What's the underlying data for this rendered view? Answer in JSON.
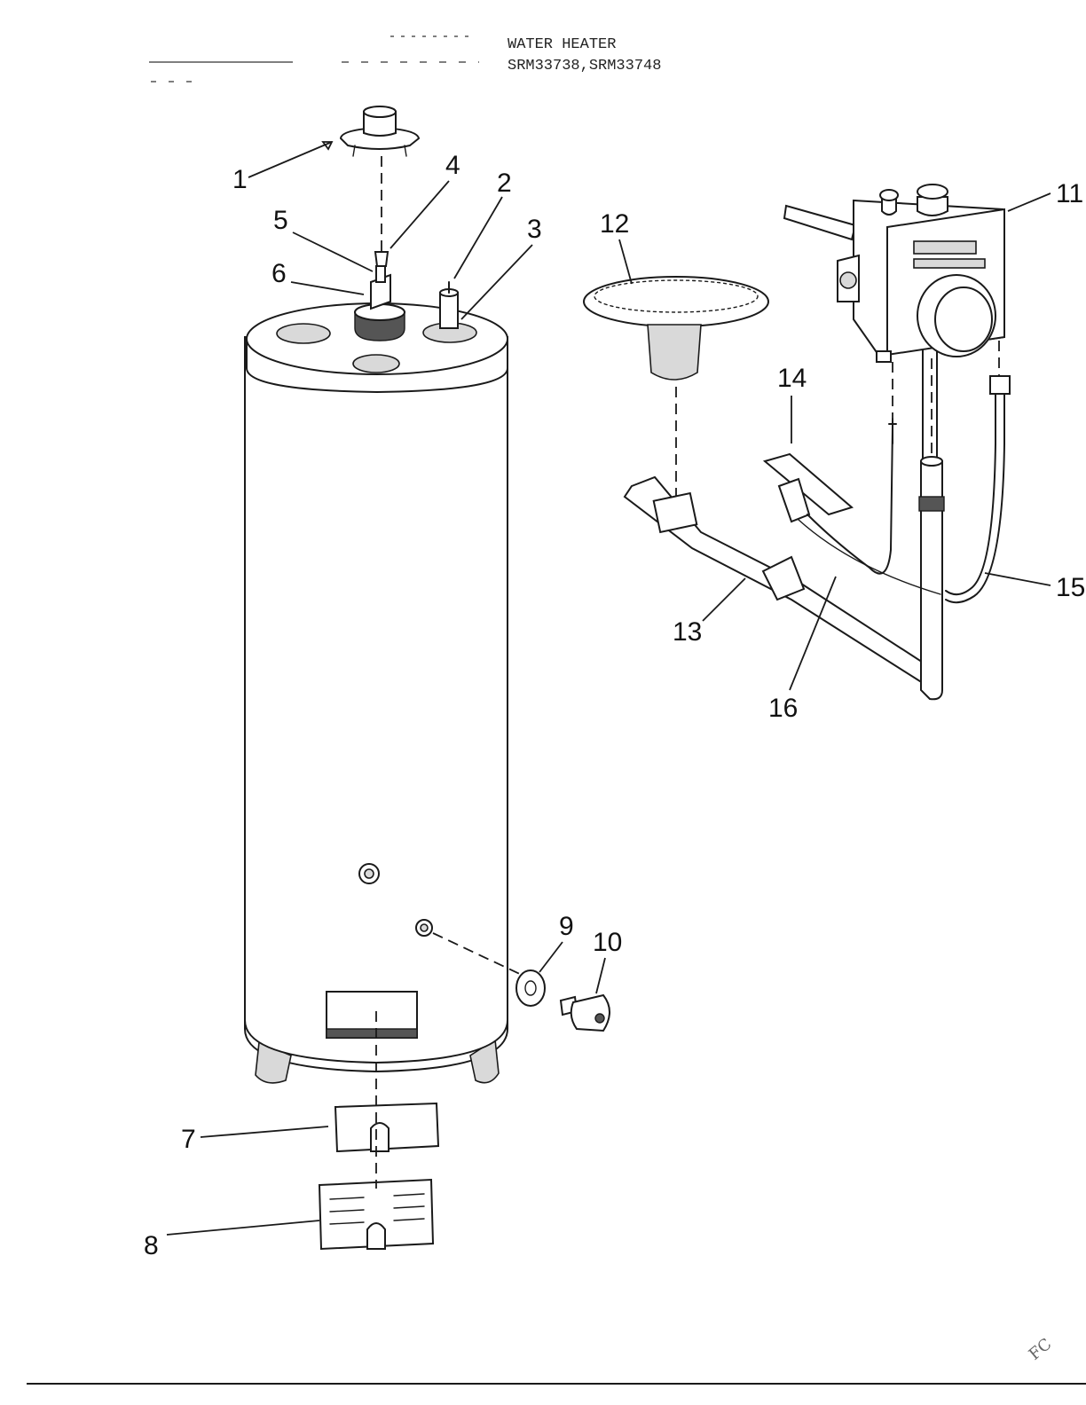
{
  "header": {
    "title": "WATER HEATER",
    "models": "SRM33738,SRM33748"
  },
  "callouts": [
    {
      "id": "1",
      "label": "1"
    },
    {
      "id": "2",
      "label": "2"
    },
    {
      "id": "3",
      "label": "3"
    },
    {
      "id": "4",
      "label": "4"
    },
    {
      "id": "5",
      "label": "5"
    },
    {
      "id": "6",
      "label": "6"
    },
    {
      "id": "7",
      "label": "7"
    },
    {
      "id": "8",
      "label": "8"
    },
    {
      "id": "9",
      "label": "9"
    },
    {
      "id": "10",
      "label": "10"
    },
    {
      "id": "11",
      "label": "11"
    },
    {
      "id": "12",
      "label": "12"
    },
    {
      "id": "13",
      "label": "13"
    },
    {
      "id": "14",
      "label": "14"
    },
    {
      "id": "15",
      "label": "15"
    },
    {
      "id": "16",
      "label": "16"
    }
  ],
  "handwritten_mark": "FC"
}
